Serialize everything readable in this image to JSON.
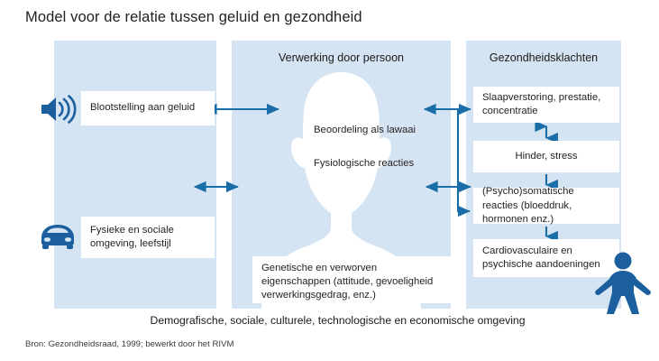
{
  "title": "Model voor de relatie tussen geluid en gezondheid",
  "source_note": "Bron: Gezondheidsraad, 1999; bewerkt door het RIVM",
  "bottom_band": "Demografische, sociale, culturele, technologische en economische omgeving",
  "colors": {
    "panel_fill": "#d5e4f2",
    "box_fill": "#ffffff",
    "arrow": "#1a6ea8",
    "icon_dark_blue": "#1b5f9e",
    "silhouette": "#ffffff",
    "text": "#231f20",
    "page_background": "#ffffff"
  },
  "columns": [
    {
      "key": "exposure",
      "title": "",
      "boxes": [
        {
          "key": "exposure",
          "text": "Blootstelling aan geluid"
        },
        {
          "key": "environment",
          "text": "Fysieke en sociale omgeving, leefstijl"
        }
      ],
      "icons": [
        {
          "name": "speaker-icon",
          "label": "speaker-icon"
        },
        {
          "name": "car-icon",
          "label": "car-icon"
        }
      ]
    },
    {
      "key": "person",
      "title": "Verwerking door persoon",
      "boxes": [
        {
          "key": "genetics",
          "text": "Genetische en verworven eigenschappen (attitude, gevoeligheid verwerkingsgedrag, enz.)"
        }
      ],
      "inline_texts": [
        {
          "key": "judgement",
          "text": "Beoordeling als lawaai"
        },
        {
          "key": "physiological",
          "text": "Fysiologische reacties"
        }
      ]
    },
    {
      "key": "health",
      "title": "Gezondheidsklachten",
      "boxes": [
        {
          "key": "sleep",
          "text": "Slaapverstoring, prestatie, concentratie"
        },
        {
          "key": "annoyance",
          "text": "Hinder, stress"
        },
        {
          "key": "somatic",
          "text": "(Psycho)somatische reacties (bloeddruk, hormonen enz.)"
        },
        {
          "key": "cardio",
          "text": "Cardiovasculaire en psychische aandoeningen"
        }
      ],
      "icons": [
        {
          "name": "person-icon",
          "label": "person-icon"
        }
      ]
    }
  ],
  "arrows": [
    {
      "key": "exposure-to-person",
      "direction": "bidirectional",
      "orientation": "horizontal"
    },
    {
      "key": "environment-to-person",
      "direction": "bidirectional",
      "orientation": "horizontal"
    },
    {
      "key": "person-to-sleep",
      "direction": "bidirectional",
      "orientation": "horizontal"
    },
    {
      "key": "person-to-somatic",
      "direction": "bidirectional",
      "orientation": "horizontal"
    },
    {
      "key": "sleep-to-annoyance",
      "direction": "bidirectional",
      "orientation": "vertical"
    },
    {
      "key": "annoyance-to-somatic",
      "direction": "down",
      "orientation": "vertical"
    },
    {
      "key": "somatic-to-cardio",
      "direction": "down",
      "orientation": "vertical"
    },
    {
      "key": "health-feedback-connector",
      "direction": "down",
      "orientation": "vertical"
    }
  ]
}
